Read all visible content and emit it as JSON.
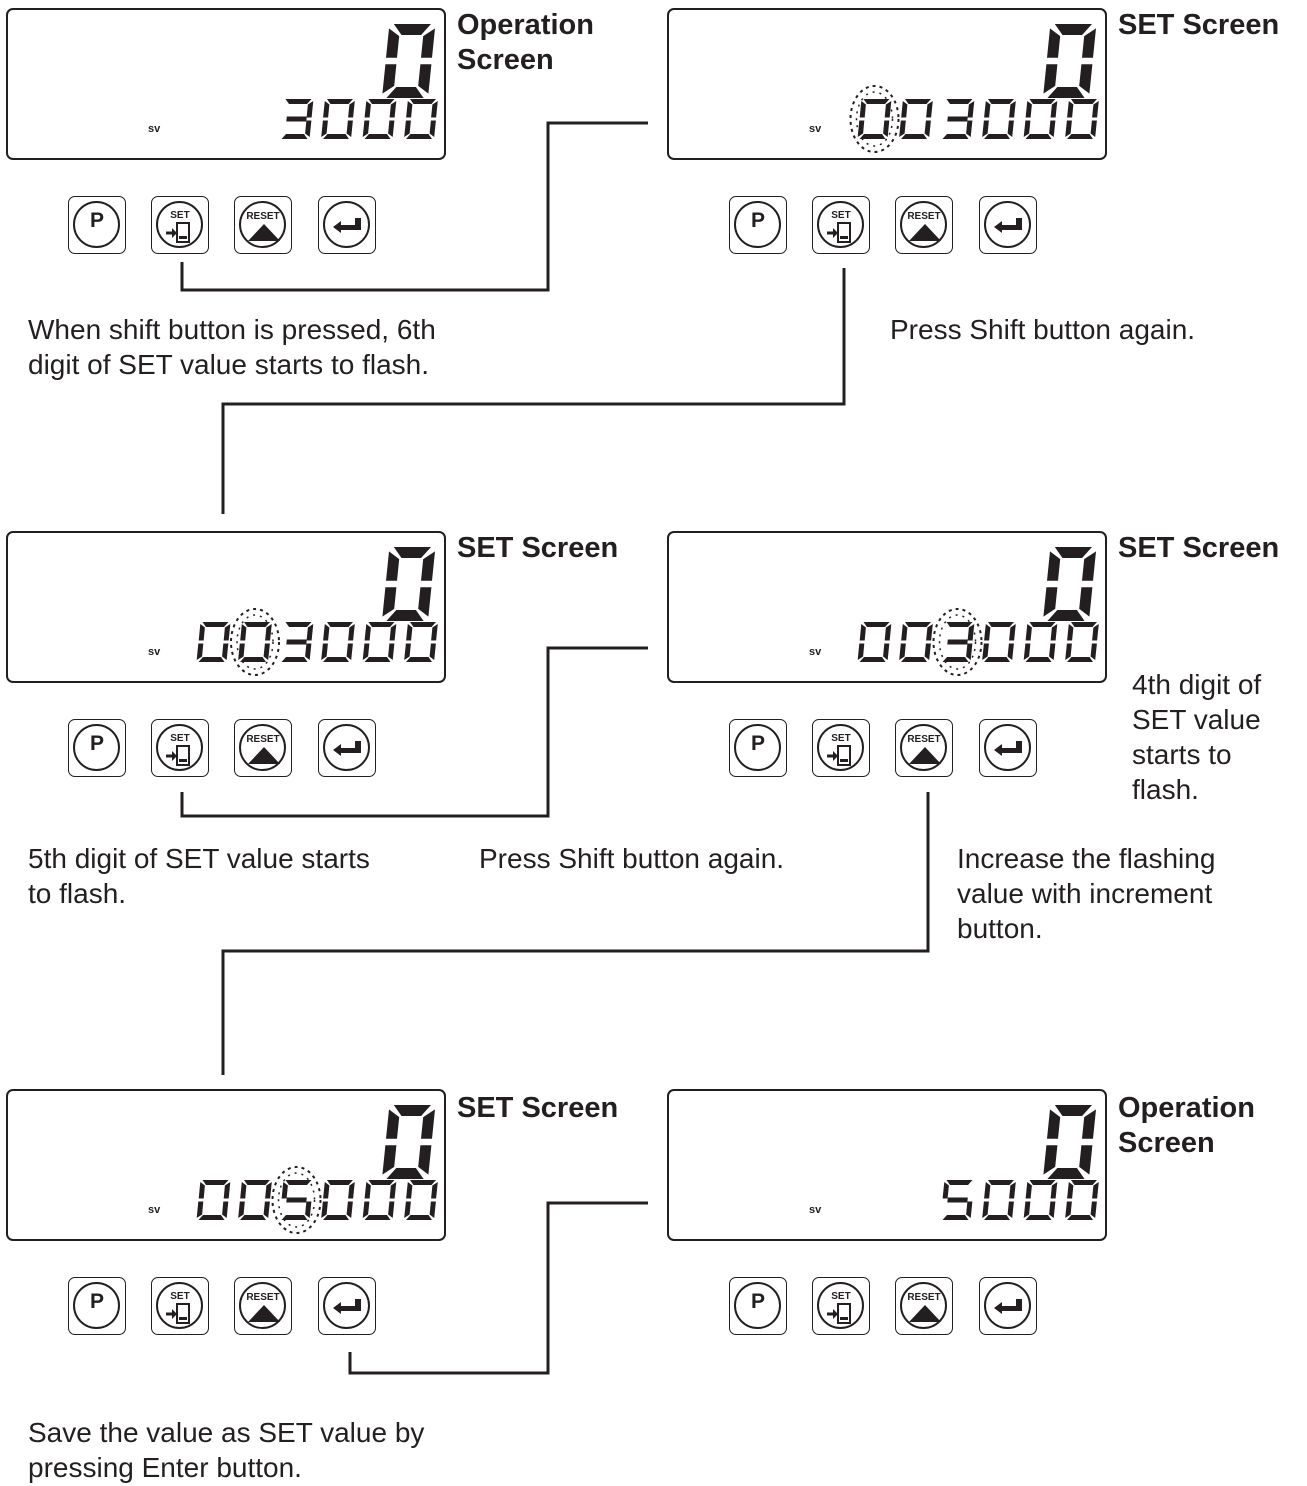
{
  "panels": [
    {
      "title": "Operation\nScreen",
      "sv_label": "sv",
      "main_digit": "0",
      "set_digits": "3000",
      "flash_index": -1
    },
    {
      "title": "SET Screen",
      "sv_label": "sv",
      "main_digit": "0",
      "set_digits": "003000",
      "flash_index": 0
    },
    {
      "title": "SET Screen",
      "sv_label": "sv",
      "main_digit": "0",
      "set_digits": "003000",
      "flash_index": 1
    },
    {
      "title": "SET Screen",
      "sv_label": "sv",
      "main_digit": "0",
      "set_digits": "003000",
      "flash_index": 2
    },
    {
      "title": "SET Screen",
      "sv_label": "sv",
      "main_digit": "0",
      "set_digits": "005000",
      "flash_index": 2
    },
    {
      "title": "Operation\nScreen",
      "sv_label": "sv",
      "main_digit": "0",
      "set_digits": "5000",
      "flash_index": -1
    }
  ],
  "buttons": {
    "p_label": "P",
    "set_label": "SET",
    "reset_label": "RESET"
  },
  "notes": [
    "When shift button is pressed, 6th\ndigit of SET value starts to flash.",
    "Press Shift button again.",
    "5th digit of SET value starts\nto flash.",
    "Press Shift button again.",
    "4th digit of\nSET value\nstarts to\nflash.",
    "Increase the flashing\nvalue with increment\nbutton.",
    "Save the value as SET value by\npressing Enter button."
  ],
  "colors": {
    "ink": "#231f20",
    "background": "#ffffff"
  },
  "icons": [
    "p-key",
    "shift-set-key",
    "increment-reset-key",
    "enter-key"
  ]
}
